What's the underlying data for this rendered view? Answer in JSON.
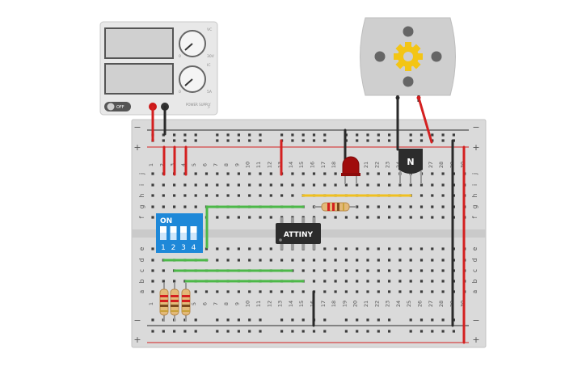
{
  "power_supply": {
    "off_label": "OFF",
    "knob1_label": "VC",
    "knob1_max": "30V",
    "knob1_min": "0",
    "knob2_label": "IC",
    "knob2_max": "5A",
    "knob2_min": "0",
    "brand": "POWER SUPPLY"
  },
  "breadboard": {
    "column_numbers": [
      "1",
      "2",
      "3",
      "4",
      "5",
      "6",
      "7",
      "8",
      "9",
      "10",
      "11",
      "12",
      "13",
      "14",
      "15",
      "16",
      "17",
      "18",
      "19",
      "20",
      "21",
      "22",
      "23",
      "24",
      "25",
      "26",
      "27",
      "28",
      "29",
      "30"
    ],
    "row_letters_top": [
      "j",
      "i",
      "h",
      "g",
      "f"
    ],
    "row_letters_bottom": [
      "e",
      "d",
      "c",
      "b",
      "a"
    ],
    "rail_minus": "−",
    "rail_plus": "+"
  },
  "components": {
    "dip_switch": {
      "on_label": "ON",
      "switch_numbers": [
        "1",
        "2",
        "3",
        "4"
      ]
    },
    "ic_label": "ATTINY",
    "transistor_label": "N"
  },
  "colors": {
    "board": "#dadada",
    "wire_red": "#d42020",
    "wire_black": "#2a2a2a",
    "wire_green": "#4cb848",
    "wire_yellow": "#f0c020",
    "dip_blue": "#1e88d8",
    "led_red": "#a00c0c"
  }
}
